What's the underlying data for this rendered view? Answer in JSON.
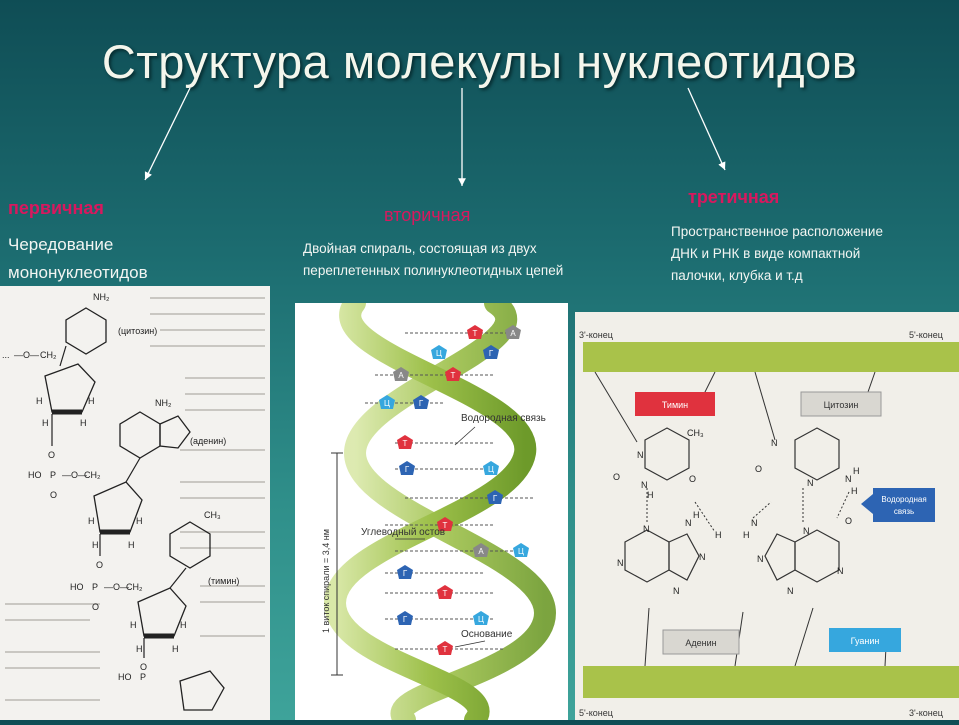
{
  "title": "Структура молекулы нуклеотидов",
  "primary": {
    "heading": "первичная",
    "desc_line1": "Чередование",
    "desc_line2": "мононуклеотидов"
  },
  "secondary": {
    "heading": "вторичная",
    "desc_line1": "Двойная спираль, состоящая из двух",
    "desc_line2": "переплетенных полинуклеотидных цепей"
  },
  "tertiary": {
    "heading": "третичная",
    "desc_line1": "Пространственное расположение",
    "desc_line2": "ДНК и РНК в виде компактной",
    "desc_line3": "палочки, клубка и т.д"
  },
  "figure1": {
    "nh2_top": "NH₂",
    "cytosine": "(цитозин)",
    "nh2_mid": "NH₂",
    "adenine": "(аденин)",
    "thymine": "(тимин)",
    "ch3": "CH₃",
    "ho": "HO",
    "p": "P",
    "ch2": "CH₂"
  },
  "figure2": {
    "hydrogen_bond": "Водородная связь",
    "sugar_backbone": "Углеводный остов",
    "base": "Основание",
    "turn": "1 виток спирали = 3,4 нм",
    "letters": [
      "Т",
      "А",
      "Ц",
      "Г",
      "А",
      "Т",
      "Ц",
      "Г",
      "Т",
      "Г",
      "Ц",
      "Г",
      "Т",
      "А",
      "Ц",
      "Г",
      "Т",
      "Г",
      "Ц",
      "Т"
    ]
  },
  "figure3": {
    "end3_top": "3'-конец",
    "end5_top": "5'-конец",
    "end5_bottom": "5'-конец",
    "end3_bottom": "3'-конец",
    "thymine": "Тимин",
    "cytosine": "Цитозин",
    "adenine": "Аденин",
    "guanine": "Гуанин",
    "hbond_line1": "Водородная",
    "hbond_line2": "связь",
    "ch3": "CH₃",
    "n": "N",
    "o": "O",
    "h": "H"
  },
  "colors": {
    "pink": "#d8185e",
    "thymine_box": "#e0323e",
    "guanine_box": "#36a7de",
    "hbond_box": "#2d64b3",
    "helix_green": "#9dc04a"
  }
}
